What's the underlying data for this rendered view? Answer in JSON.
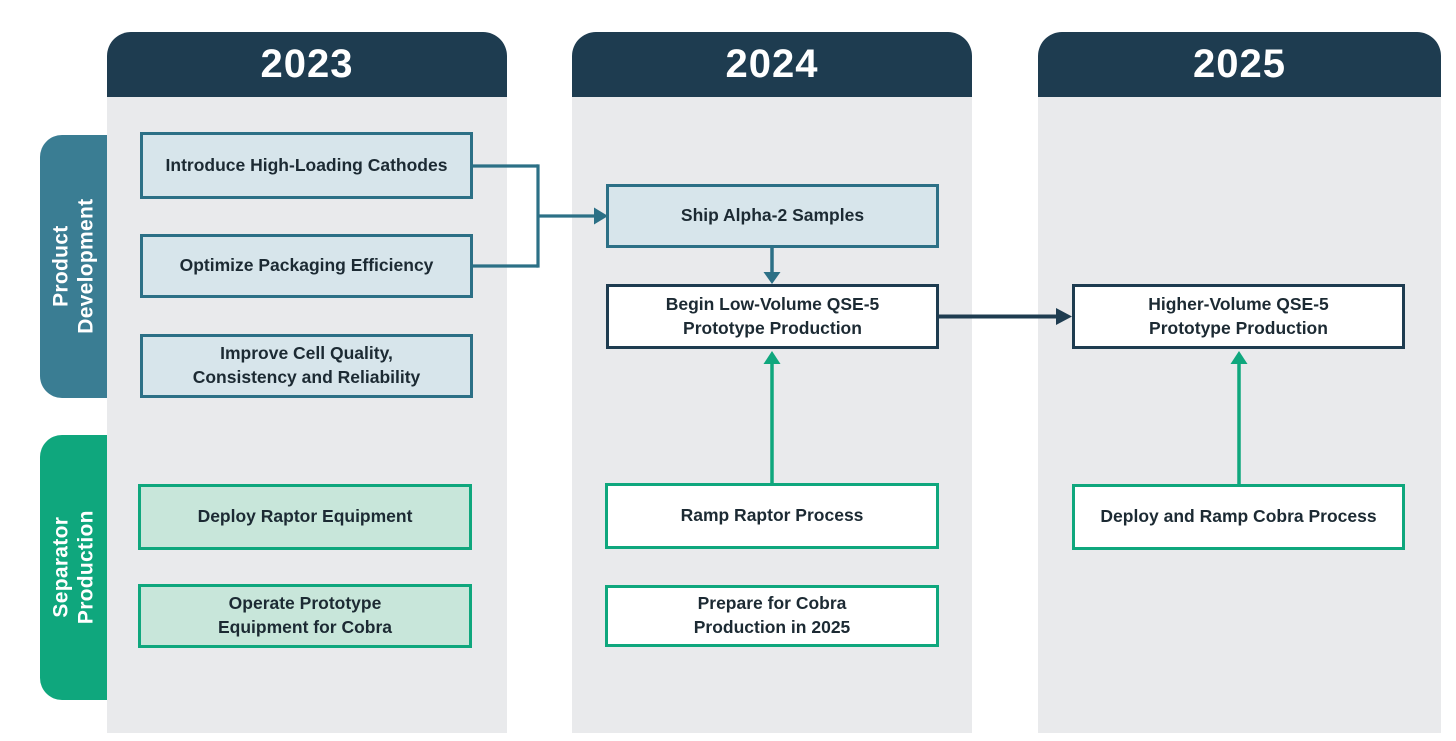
{
  "columns": {
    "y2023": "2023",
    "y2024": "2024",
    "y2025": "2025"
  },
  "lanes": {
    "product_development": "Product\nDevelopment",
    "separator_production": "Separator\nProduction"
  },
  "boxes": {
    "introduce_cathodes": "Introduce High-Loading Cathodes",
    "optimize_packaging": "Optimize Packaging Efficiency",
    "improve_cell_quality": "Improve Cell Quality,\nConsistency and Reliability",
    "ship_alpha2": "Ship Alpha-2 Samples",
    "begin_low_volume": "Begin Low-Volume QSE-5\nPrototype Production",
    "higher_volume": "Higher-Volume QSE-5\nPrototype Production",
    "deploy_raptor": "Deploy Raptor Equipment",
    "operate_prototype": "Operate Prototype\nEquipment for Cobra",
    "ramp_raptor": "Ramp Raptor Process",
    "prepare_cobra": "Prepare for Cobra\nProduction in 2025",
    "deploy_ramp_cobra": "Deploy and Ramp Cobra Process"
  },
  "colors": {
    "header_navy": "#1e3c50",
    "teal_tab": "#3a7d93",
    "teal_border": "#2c7086",
    "green": "#0fa77d",
    "light_blue_fill": "#d7e5eb",
    "light_green_fill": "#c8e6da",
    "column_bg": "#e9eaec",
    "box_text": "#1c2a33"
  }
}
